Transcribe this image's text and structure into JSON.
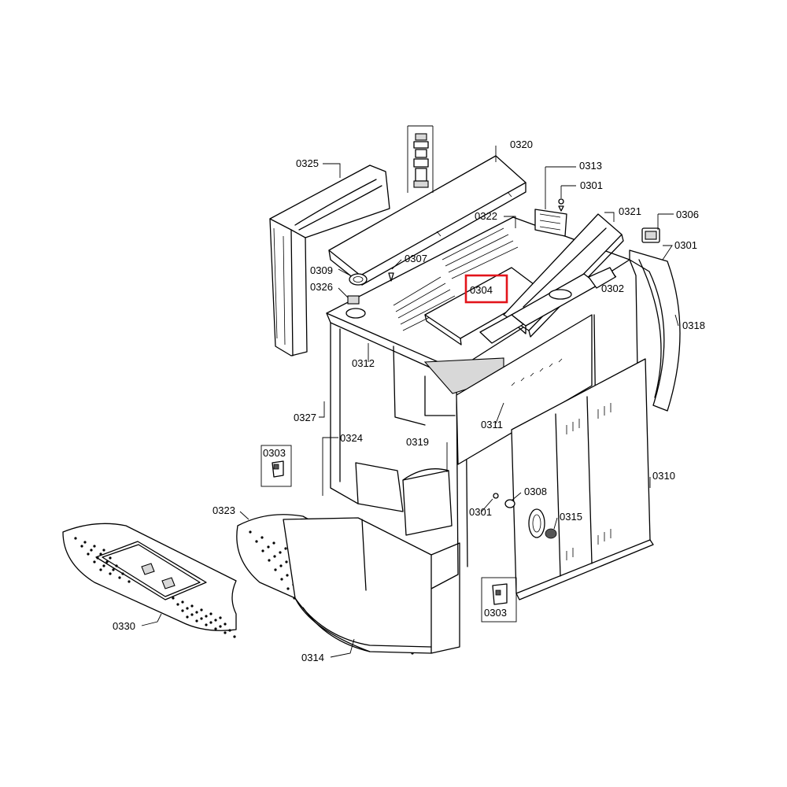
{
  "diagram": {
    "highlight_color": "#e3141b",
    "highlighted_part": "0304",
    "parts": {
      "p0320": "0320",
      "p0325": "0325",
      "p0313": "0313",
      "p0301a": "0301",
      "p0322": "0322",
      "p0321": "0321",
      "p0306": "0306",
      "p0301b": "0301",
      "p0309": "0309",
      "p0307": "0307",
      "p0326": "0326",
      "p0304": "0304",
      "p0302": "0302",
      "p0318": "0318",
      "p0312": "0312",
      "p0327": "0327",
      "p0311": "0311",
      "p0324": "0324",
      "p0319": "0319",
      "p0303a": "0303",
      "p0310": "0310",
      "p0308": "0308",
      "p0301c": "0301",
      "p0315": "0315",
      "p0323": "0323",
      "p0330": "0330",
      "p0303b": "0303",
      "p0314": "0314"
    }
  }
}
